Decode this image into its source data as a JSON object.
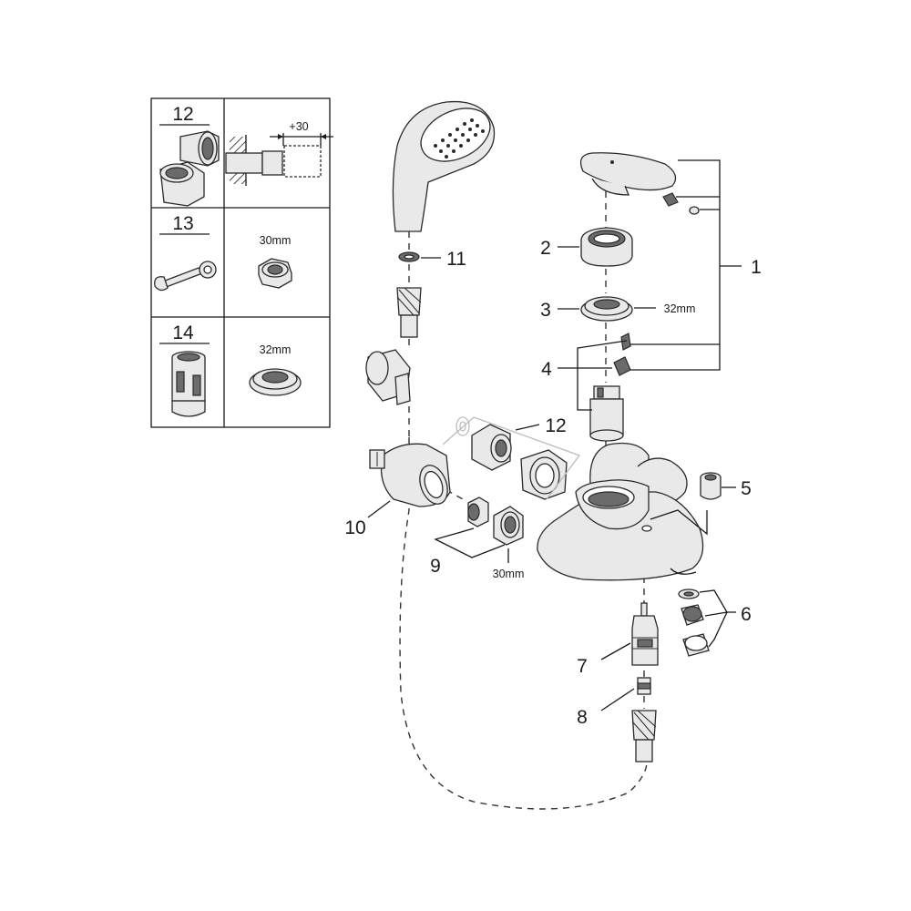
{
  "inset": {
    "rows": [
      {
        "number": "12",
        "detail_label": "+30"
      },
      {
        "number": "13",
        "detail_label": "30mm"
      },
      {
        "number": "14",
        "detail_label": "32mm"
      }
    ]
  },
  "callouts": {
    "c1": "1",
    "c2": "2",
    "c3": "3",
    "c4": "4",
    "c5": "5",
    "c6": "6",
    "c7": "7",
    "c8": "8",
    "c9": "9",
    "c10": "10",
    "c11": "11",
    "c12": "12"
  },
  "dimensions": {
    "cartridge_nut": "32mm",
    "union_nut": "30mm"
  },
  "icons": [
    "shower-head-icon",
    "wrench-icon",
    "cartridge-icon",
    "nut-icon",
    "lever-handle-icon",
    "hose-icon"
  ]
}
